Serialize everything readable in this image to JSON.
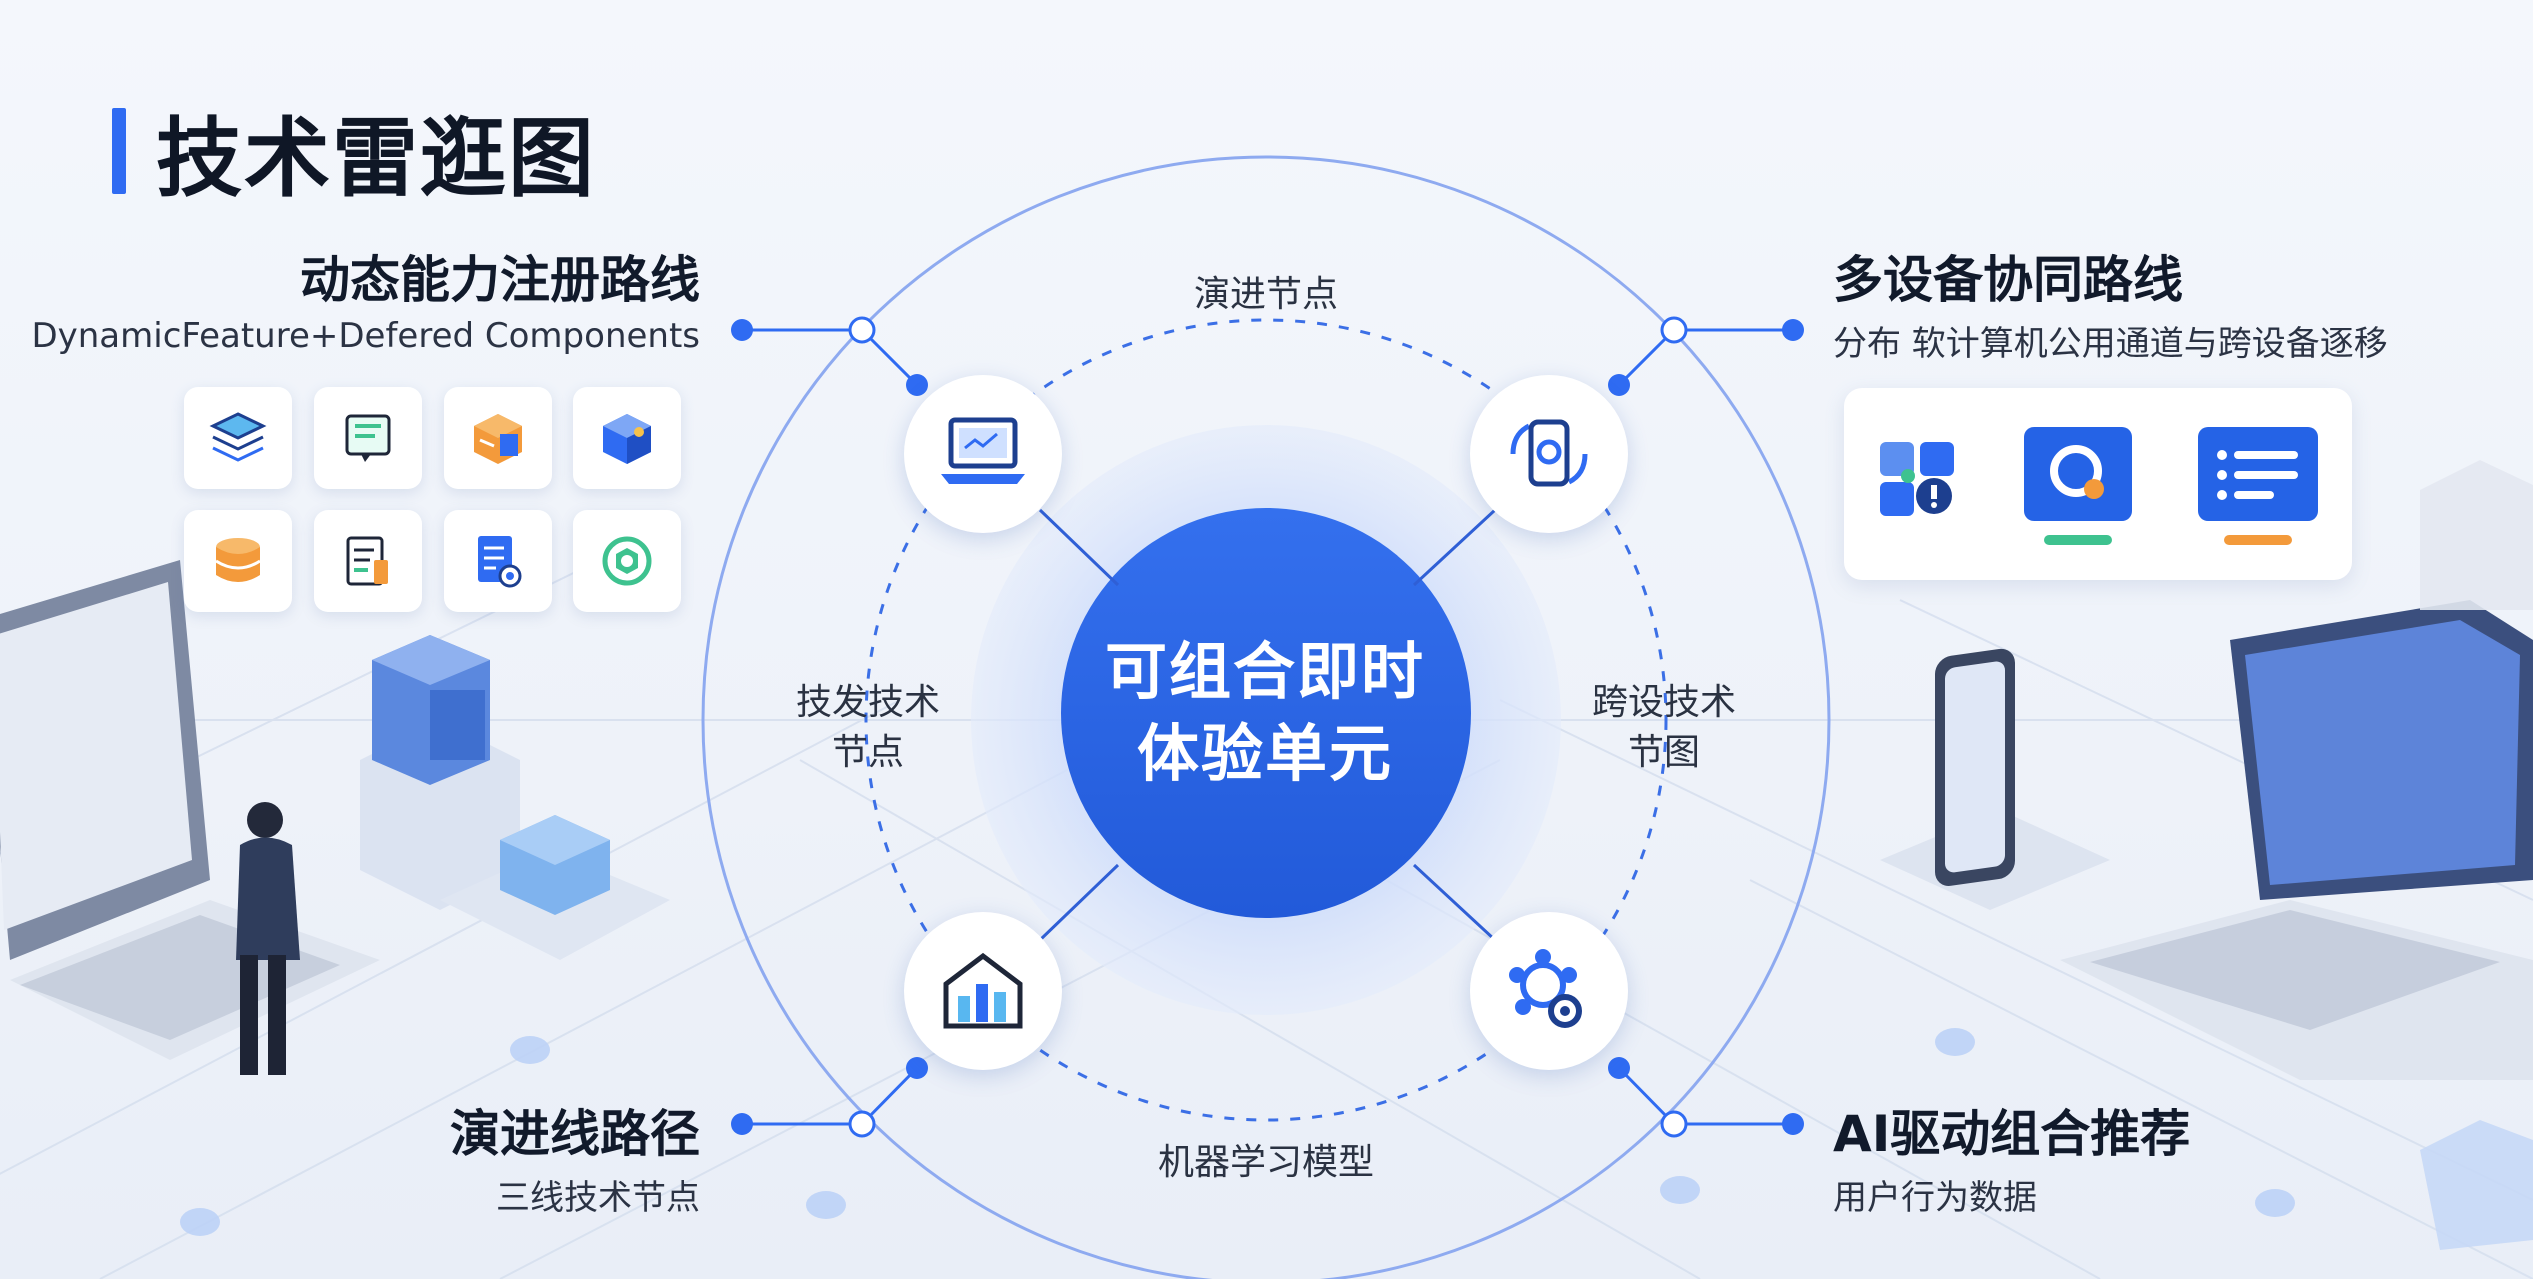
{
  "page": {
    "title": "技术雷逛图"
  },
  "center": {
    "line1": "可组合即时",
    "line2": "体验单元"
  },
  "routes": {
    "top_left": {
      "title": "动态能力注册路线",
      "subtitle": "DynamicFeature+Defered Components"
    },
    "top_right": {
      "title": "多设备协同路线",
      "subtitle": "分布 软计算机公用通道与跨设备逐移"
    },
    "bottom_left": {
      "title": "演进线路径",
      "subtitle": "三线技术节点"
    },
    "bottom_right": {
      "title": "AI驱动组合推荐",
      "subtitle": "用户行为数据"
    }
  },
  "ring_labels": {
    "top": "演进节点",
    "bottom": "机器学习模型",
    "left_line1": "技发技术",
    "left_line2": "节点",
    "right_line1": "跨设技术",
    "right_line2": "节图"
  },
  "nodes": {
    "top_left_icon": "laptop-icon",
    "top_right_icon": "device-sync-icon",
    "bottom_left_icon": "chart-house-icon",
    "bottom_right_icon": "gear-network-icon"
  },
  "feature_tiles": [
    "layers-icon",
    "document-chat-icon",
    "module-box-icon",
    "cube-icon",
    "database-icon",
    "clipboard-icon",
    "file-settings-icon",
    "hex-gear-icon"
  ],
  "flow_steps": [
    "app-grid-icon",
    "search-window-icon",
    "list-window-icon"
  ],
  "colors": {
    "primary": "#2f6bf2",
    "center": "#2a63e6",
    "halo": "#dbe6fb",
    "ring": "#7ea1ee",
    "text_dark": "#111a2b",
    "green": "#3ec28f",
    "orange": "#f39a3b"
  }
}
